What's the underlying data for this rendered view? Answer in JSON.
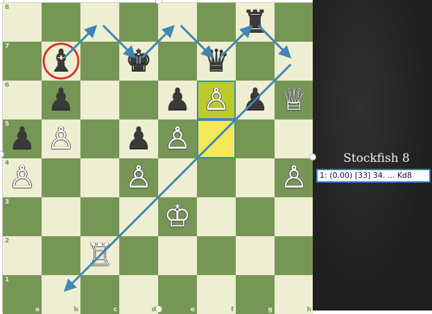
{
  "board": {
    "files": [
      "a",
      "b",
      "c",
      "d",
      "e",
      "f",
      "g",
      "h"
    ],
    "ranks": [
      "8",
      "7",
      "6",
      "5",
      "4",
      "3",
      "2",
      "1"
    ],
    "colors": {
      "light": "#eeeed2",
      "dark": "#769656",
      "highlight_from": "#bbcb2b",
      "highlight_to": "#f4e85a",
      "arrow": "#3e86b5",
      "circle": "#d9322a"
    },
    "pieces": [
      {
        "square": "g8",
        "color": "black",
        "type": "rook",
        "glyph": "♜"
      },
      {
        "square": "b7",
        "color": "black",
        "type": "bishop",
        "glyph": "♝"
      },
      {
        "square": "d7",
        "color": "black",
        "type": "king",
        "glyph": "♚"
      },
      {
        "square": "f7",
        "color": "black",
        "type": "queen",
        "glyph": "♛"
      },
      {
        "square": "b6",
        "color": "black",
        "type": "pawn",
        "glyph": "♟"
      },
      {
        "square": "e6",
        "color": "black",
        "type": "pawn",
        "glyph": "♟"
      },
      {
        "square": "f6",
        "color": "white",
        "type": "pawn",
        "glyph": "♙"
      },
      {
        "square": "g6",
        "color": "black",
        "type": "pawn",
        "glyph": "♟"
      },
      {
        "square": "h6",
        "color": "white",
        "type": "queen",
        "glyph": "♕"
      },
      {
        "square": "a5",
        "color": "black",
        "type": "pawn",
        "glyph": "♟"
      },
      {
        "square": "b5",
        "color": "white",
        "type": "pawn",
        "glyph": "♙"
      },
      {
        "square": "d5",
        "color": "black",
        "type": "pawn",
        "glyph": "♟"
      },
      {
        "square": "e5",
        "color": "white",
        "type": "pawn",
        "glyph": "♙"
      },
      {
        "square": "a4",
        "color": "white",
        "type": "pawn",
        "glyph": "♙"
      },
      {
        "square": "d4",
        "color": "white",
        "type": "pawn",
        "glyph": "♙"
      },
      {
        "square": "h4",
        "color": "white",
        "type": "pawn",
        "glyph": "♙"
      },
      {
        "square": "e3",
        "color": "white",
        "type": "king",
        "glyph": "♔"
      },
      {
        "square": "c2",
        "color": "white",
        "type": "rook",
        "glyph": "♖"
      }
    ],
    "highlighted_squares": [
      "f6",
      "f5"
    ],
    "circled_square": "b7",
    "arrows": [
      {
        "from": "b7",
        "to": "c8"
      },
      {
        "from": "c8",
        "to": "d7"
      },
      {
        "from": "d7",
        "to": "e8"
      },
      {
        "from": "e8",
        "to": "f7"
      },
      {
        "from": "f7",
        "to": "g8"
      },
      {
        "from": "g8",
        "to": "h7"
      },
      {
        "from": "h7",
        "to": "b1"
      }
    ]
  },
  "engine": {
    "name": "Stockfish 8",
    "line": "1: (0.00) [33]  34. ... Kd8"
  }
}
